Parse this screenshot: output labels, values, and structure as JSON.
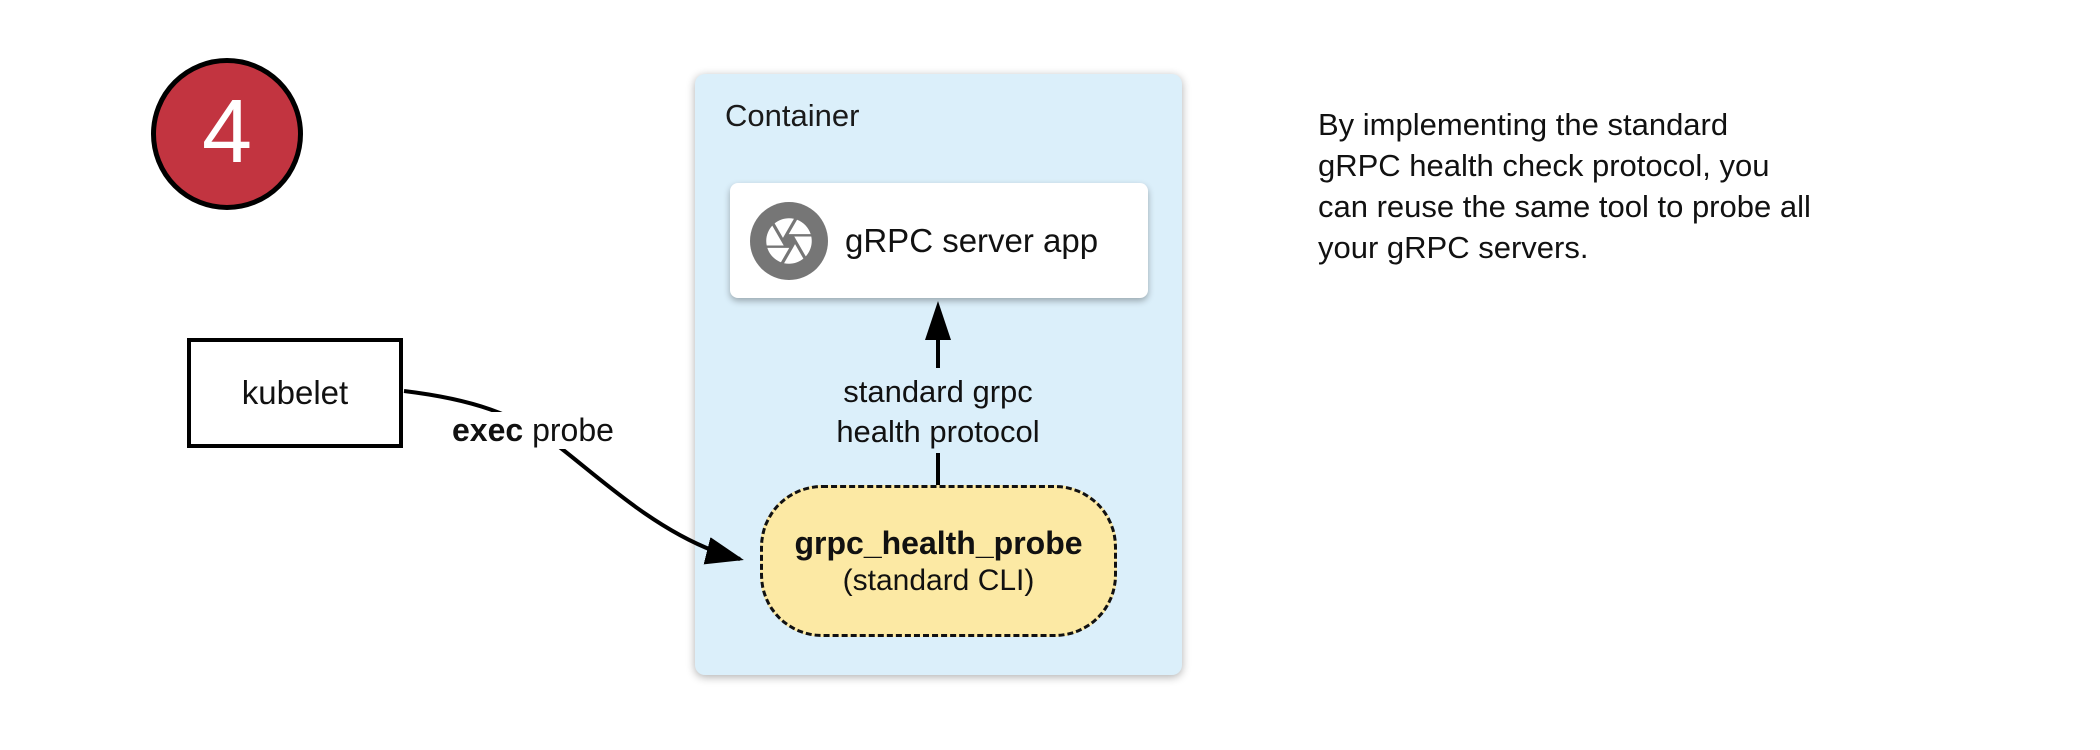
{
  "badge": {
    "number": "4"
  },
  "kubelet_box": {
    "label": "kubelet"
  },
  "container": {
    "label": "Container"
  },
  "server_box": {
    "label": "gRPC server app",
    "icon": "grpc-aperture-icon"
  },
  "probe_pill": {
    "title": "grpc_health_probe",
    "subtitle": "(standard CLI)"
  },
  "protocol_label": {
    "text": "standard grpc\nhealth protocol"
  },
  "exec_probe_label": {
    "bold": "exec",
    "rest": " probe"
  },
  "note": {
    "text": "By implementing the standard\ngRPC health check protocol, you\ncan reuse the same tool to probe all\nyour gRPC servers."
  },
  "colors": {
    "badge_red": "#C23440",
    "container_blue": "#DBEFFA",
    "pill_yellow": "#FCE9A4",
    "icon_gray": "#767676"
  }
}
